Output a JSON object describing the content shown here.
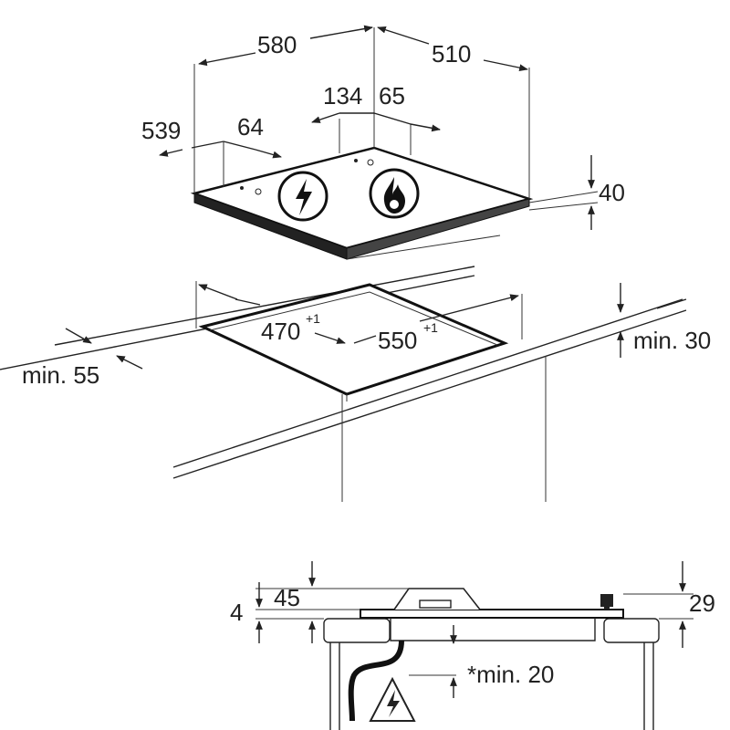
{
  "dimensions": {
    "width_top": "580",
    "depth_top": "510",
    "side_depth": "539",
    "side_offset": "64",
    "front_gap_a": "134",
    "front_gap_b": "65",
    "height": "40",
    "cutout_depth": "470",
    "cutout_depth_tol": "+1",
    "cutout_width": "550",
    "cutout_width_tol": "+1",
    "min_back": "min. 30",
    "min_front": "min. 55",
    "section_45": "45",
    "section_4": "4",
    "section_29": "29",
    "section_min20": "*min. 20"
  },
  "colors": {
    "line": "#222222",
    "hob_dark": "#111111"
  },
  "icons": [
    "electric-bolt-icon",
    "gas-flame-icon",
    "warning-bolt-icon"
  ]
}
